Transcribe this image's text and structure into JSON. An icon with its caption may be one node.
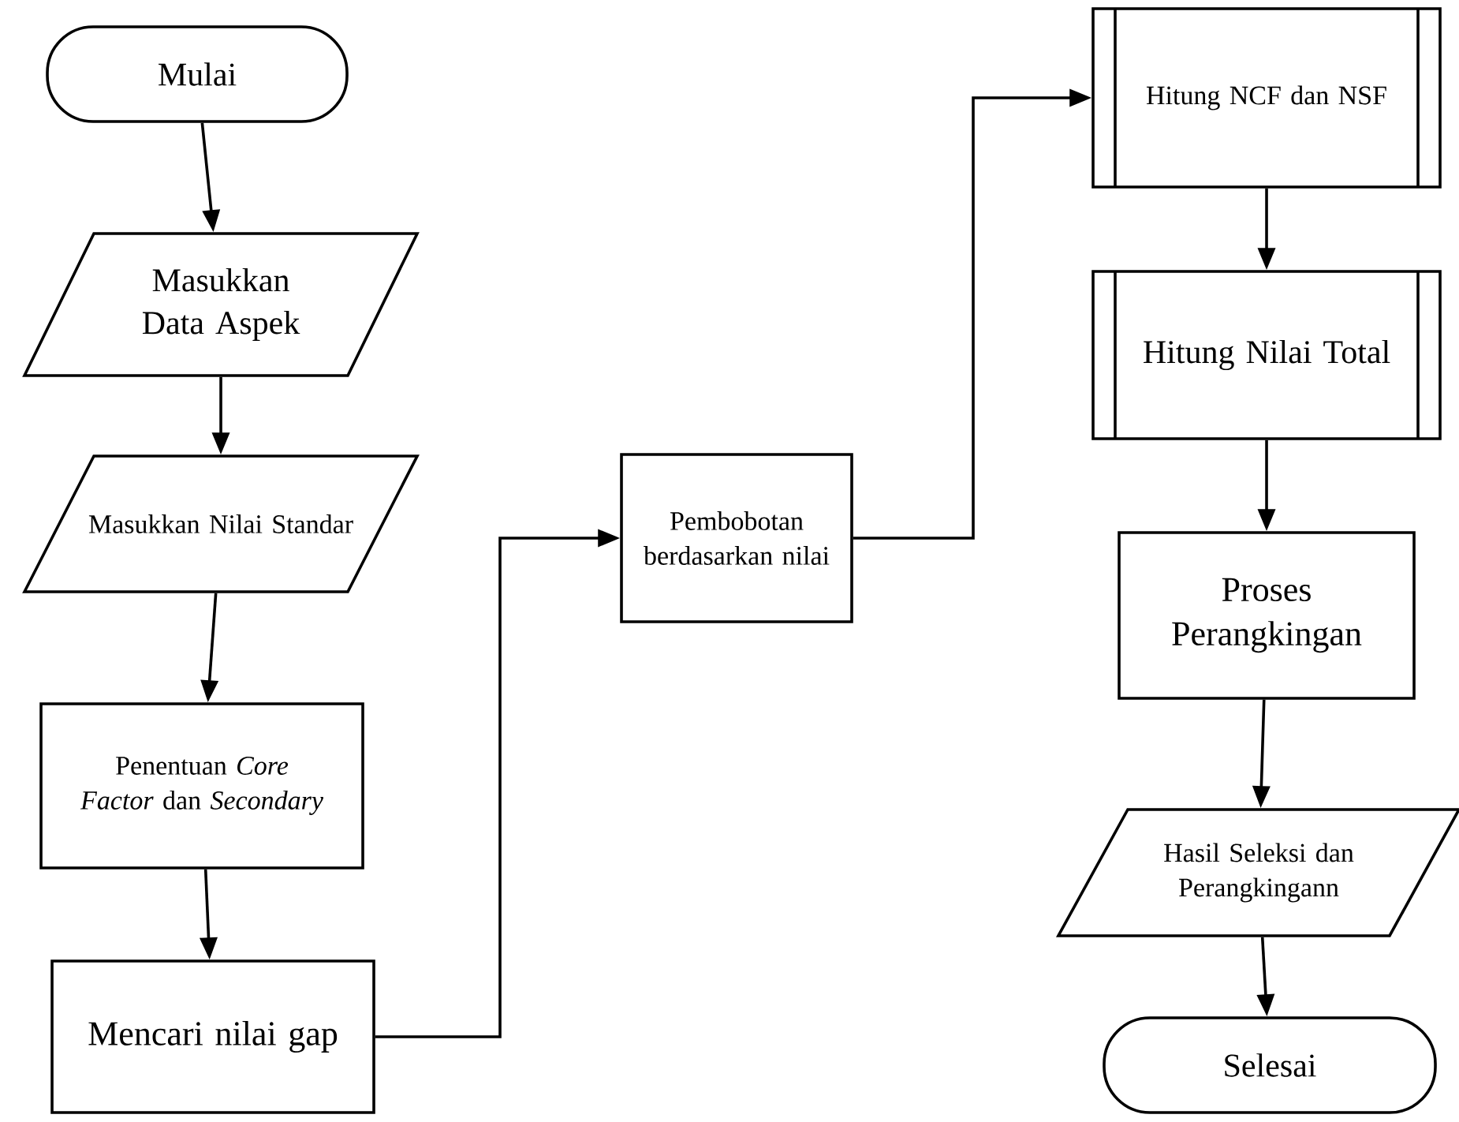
{
  "diagram": {
    "nodes": [
      {
        "text": [
          "Mulai"
        ]
      },
      {
        "text": [
          "Masukkan Data Aspek"
        ]
      },
      {
        "text": [
          "Masukkan Nilai Standar"
        ]
      },
      {
        "text": [
          "Penentuan *Core Factor* dan *Secondary*"
        ]
      },
      {
        "text": [
          "Mencari nilai gap"
        ]
      },
      {
        "text": [
          "Pembobotan berdasarkan nilai"
        ]
      },
      {
        "text": [
          "Hitung NCF dan NSF"
        ]
      },
      {
        "text": [
          "Hitung Nilai Total"
        ]
      },
      {
        "text": [
          "Proses Perangkingan"
        ]
      },
      {
        "text": [
          "Hasil Seleksi dan Perangkingann"
        ]
      },
      {
        "text": [
          "Selesai"
        ]
      }
    ],
    "edges": [
      {
        "from": 0,
        "to": 1,
        "arrow": "to"
      },
      {
        "from": 1,
        "to": 2,
        "arrow": "to"
      },
      {
        "from": 2,
        "to": 3,
        "arrow": "to"
      },
      {
        "from": 3,
        "to": 4,
        "arrow": "to"
      },
      {
        "from": 4,
        "to": 5,
        "arrow": "to"
      },
      {
        "from": 5,
        "to": 6,
        "arrow": "to"
      },
      {
        "from": 6,
        "to": 7,
        "arrow": "to"
      },
      {
        "from": 7,
        "to": 8,
        "arrow": "to"
      },
      {
        "from": 8,
        "to": 9,
        "arrow": "to"
      },
      {
        "from": 9,
        "to": 10,
        "arrow": "to"
      }
    ]
  }
}
